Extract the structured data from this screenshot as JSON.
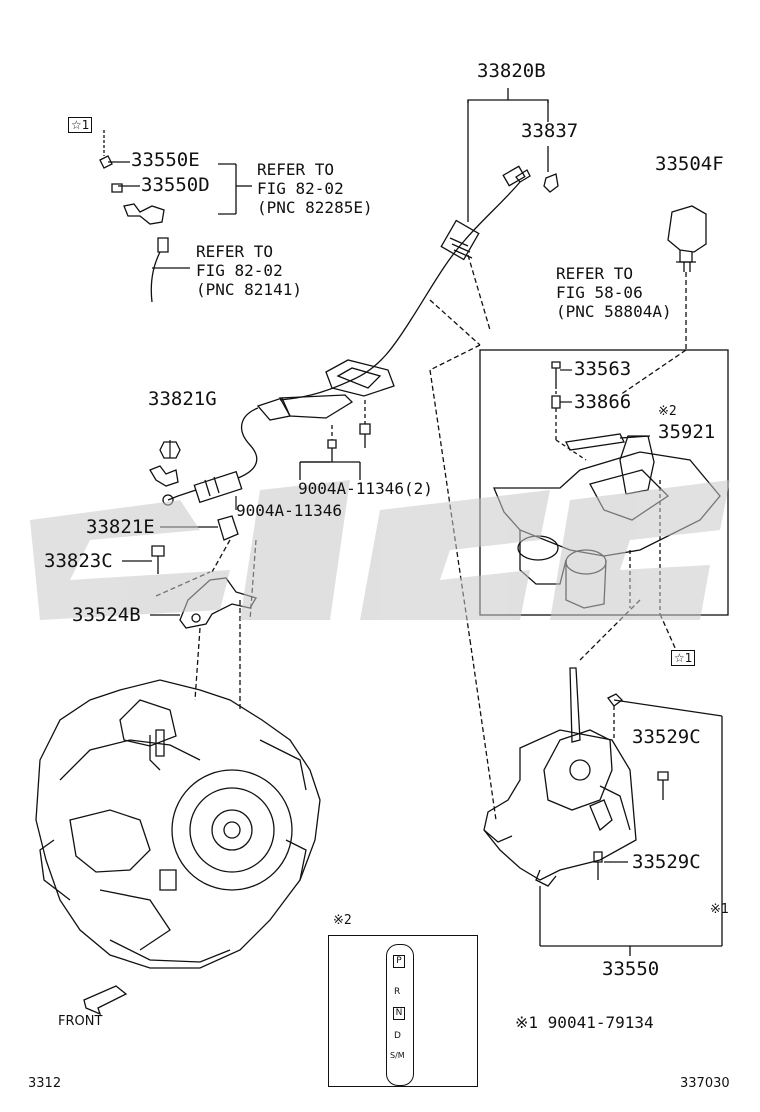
{
  "part_numbers": {
    "p33820B": "33820B",
    "p33837": "33837",
    "p33504F": "33504F",
    "p33550E": "33550E",
    "p33550D": "33550D",
    "p33821G": "33821G",
    "p33563": "33563",
    "p33866": "33866",
    "p35921": "35921",
    "p33821E": "33821E",
    "p33823C": "33823C",
    "p33524B": "33524B",
    "p33529C_a": "33529C",
    "p33529C_b": "33529C",
    "p33550": "33550",
    "bolt_a": "9004A-11346(2)",
    "bolt_b": "9004A-11346"
  },
  "references": {
    "ref1": [
      "REFER TO",
      "FIG 82-02",
      "(PNC 82285E)"
    ],
    "ref2": [
      "REFER TO",
      "FIG 82-02",
      "(PNC 82141)"
    ],
    "ref3": [
      "REFER TO",
      "FIG 58-06",
      "(PNC 58804A)"
    ]
  },
  "marks": {
    "star1": "☆1",
    "note2_a": "※2",
    "note2_b": "※2",
    "note1": "※1",
    "footnote": "※1  90041-79134"
  },
  "gear_indicator": [
    "P",
    "R",
    "N",
    "D",
    "S/M"
  ],
  "front_label": "FRONT",
  "page_left": "3312",
  "page_right": "337030",
  "colors": {
    "line": "#111111",
    "watermark": "#c8c8c8"
  }
}
